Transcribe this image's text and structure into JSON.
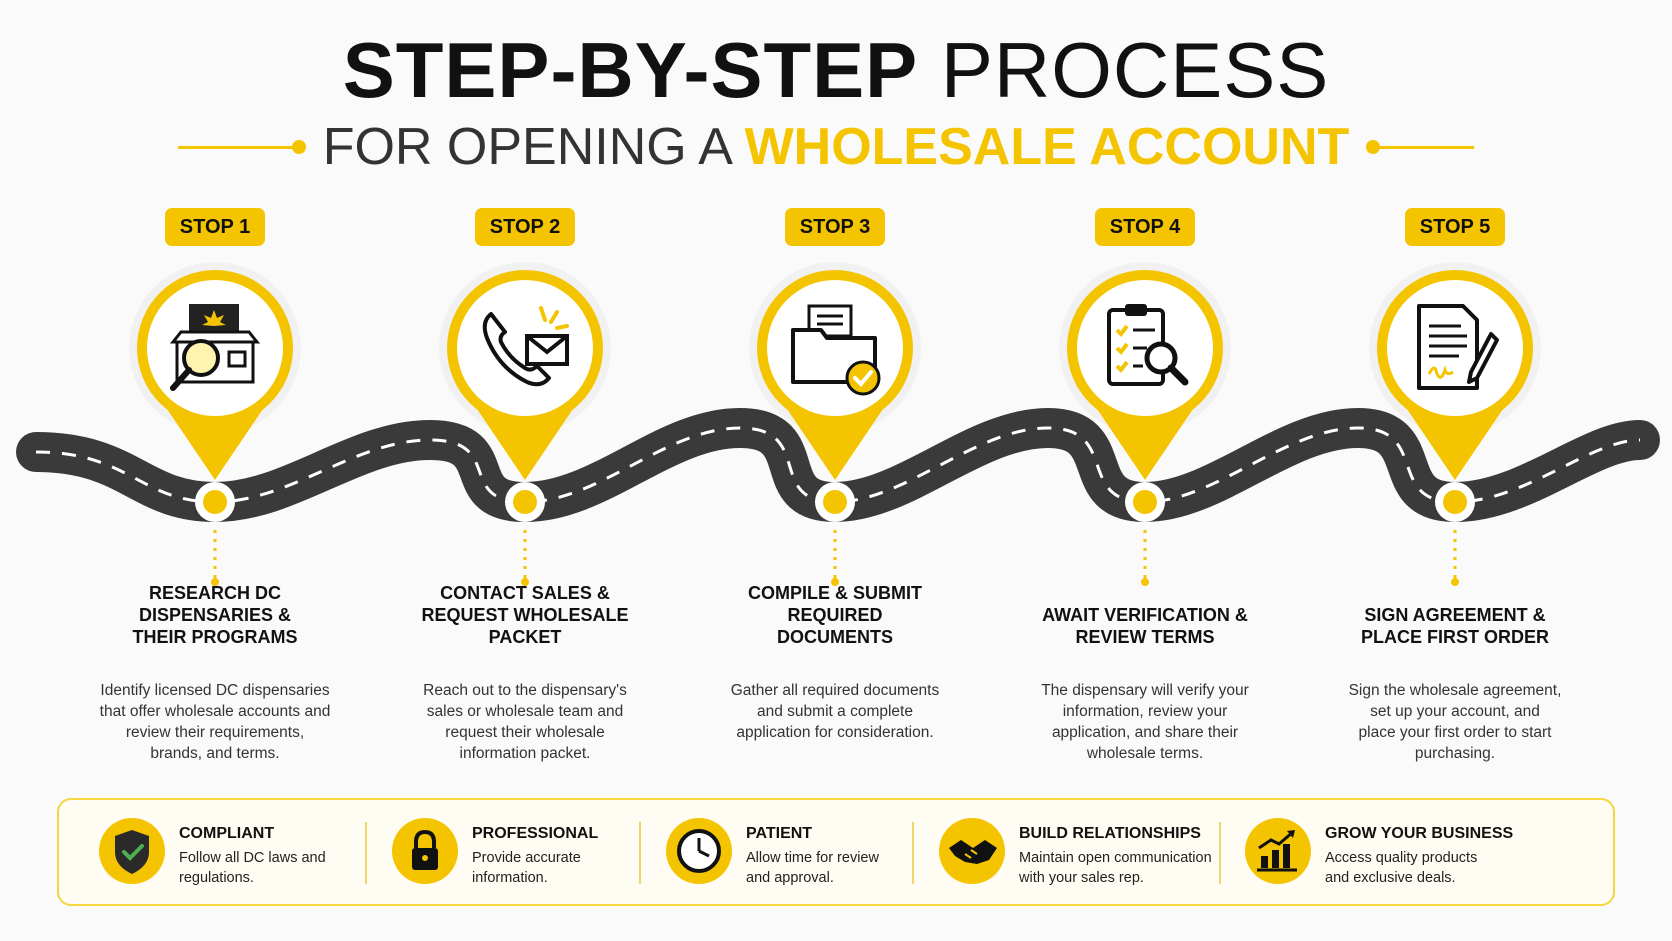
{
  "header": {
    "title_bold": "STEP-BY-STEP",
    "title_light": "PROCESS",
    "subtitle_plain": "FOR OPENING A",
    "subtitle_accent": "WHOLESALE ACCOUNT"
  },
  "colors": {
    "accent": "#f5c400",
    "road": "#3a3a3a",
    "road_dash": "#ffffff",
    "text_dark": "#111111"
  },
  "steps": [
    {
      "badge": "STOP 1",
      "icon": "storefront-magnifier-icon",
      "title_lines": [
        "RESEARCH DC",
        "DISPENSARIES &",
        "THEIR PROGRAMS"
      ],
      "desc_lines": [
        "Identify licensed DC dispensaries",
        "that offer wholesale accounts and",
        "review their requirements,",
        "brands, and terms."
      ]
    },
    {
      "badge": "STOP 2",
      "icon": "phone-envelope-icon",
      "title_lines": [
        "CONTACT SALES &",
        "REQUEST WHOLESALE",
        "PACKET"
      ],
      "desc_lines": [
        "Reach out to the dispensary's",
        "sales or wholesale team and",
        "request their wholesale",
        "information packet."
      ]
    },
    {
      "badge": "STOP 3",
      "icon": "folder-check-icon",
      "title_lines": [
        "COMPILE & SUBMIT",
        "REQUIRED",
        "DOCUMENTS"
      ],
      "desc_lines": [
        "Gather all required documents",
        "and submit a complete",
        "application for consideration."
      ]
    },
    {
      "badge": "STOP 4",
      "icon": "clipboard-magnifier-icon",
      "title_lines": [
        "AWAIT VERIFICATION &",
        "REVIEW TERMS"
      ],
      "desc_lines": [
        "The dispensary will verify your",
        "information, review your",
        "application, and share their",
        "wholesale terms."
      ]
    },
    {
      "badge": "STOP 5",
      "icon": "contract-pen-icon",
      "title_lines": [
        "SIGN AGREEMENT &",
        "PLACE FIRST ORDER"
      ],
      "desc_lines": [
        "Sign the wholesale agreement,",
        "set up your account, and",
        "place your first order to start",
        "purchasing."
      ]
    }
  ],
  "benefits": [
    {
      "icon": "shield-check-icon",
      "title": "COMPLIANT",
      "desc_lines": [
        "Follow all DC laws and",
        "regulations."
      ]
    },
    {
      "icon": "padlock-icon",
      "title": "PROFESSIONAL",
      "desc_lines": [
        "Provide accurate",
        "information."
      ]
    },
    {
      "icon": "clock-icon",
      "title": "PATIENT",
      "desc_lines": [
        "Allow time for review",
        "and approval."
      ]
    },
    {
      "icon": "handshake-icon",
      "title": "BUILD RELATIONSHIPS",
      "desc_lines": [
        "Maintain open communication",
        "with your sales rep."
      ]
    },
    {
      "icon": "growth-chart-icon",
      "title": "GROW YOUR BUSINESS",
      "desc_lines": [
        "Access quality products",
        "and exclusive deals."
      ]
    }
  ]
}
